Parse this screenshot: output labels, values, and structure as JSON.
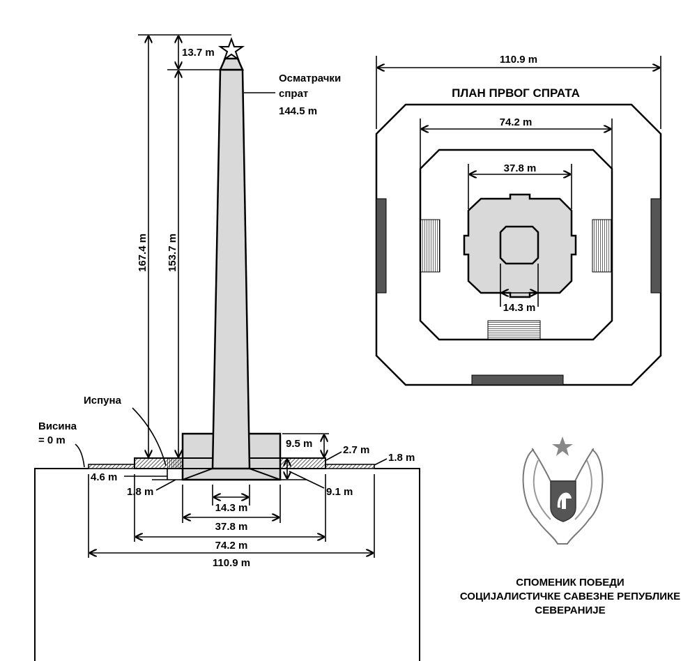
{
  "elevation": {
    "total_height": "167.4 m",
    "shaft_height": "153.7 m",
    "top_height": "13.7 m",
    "observation_label_1": "Осматрачки",
    "observation_label_2": "спрат",
    "observation_height": "144.5 m",
    "fill_label": "Испуна",
    "ground_label_1": "Висина",
    "ground_label_2": "= 0 m",
    "base_block_height": "9.5 m",
    "plinth_height": "2.7 m",
    "outer_step": "1.8 m",
    "left_depth": "4.6 m",
    "left_small": "1.8 m",
    "foundation_depth": "9.1 m",
    "width_shaft": "14.3 m",
    "width_base": "37.8 m",
    "width_plinth": "74.2 m",
    "width_total": "110.9 m"
  },
  "plan": {
    "title": "ПЛАН ПРВОГ СПРАТА",
    "outer_width": "110.9 m",
    "middle_width": "74.2 m",
    "core_width": "37.8 m",
    "inner_width": "14.3 m"
  },
  "emblem": {
    "caption_1": "СПОМЕНИК ПОБЕДИ",
    "caption_2": "СОЦИЈАЛИСТИЧКЕ САВЕЗНЕ РЕПУБЛИКЕ",
    "caption_3": "СЕВЕРАНИЈЕ"
  }
}
